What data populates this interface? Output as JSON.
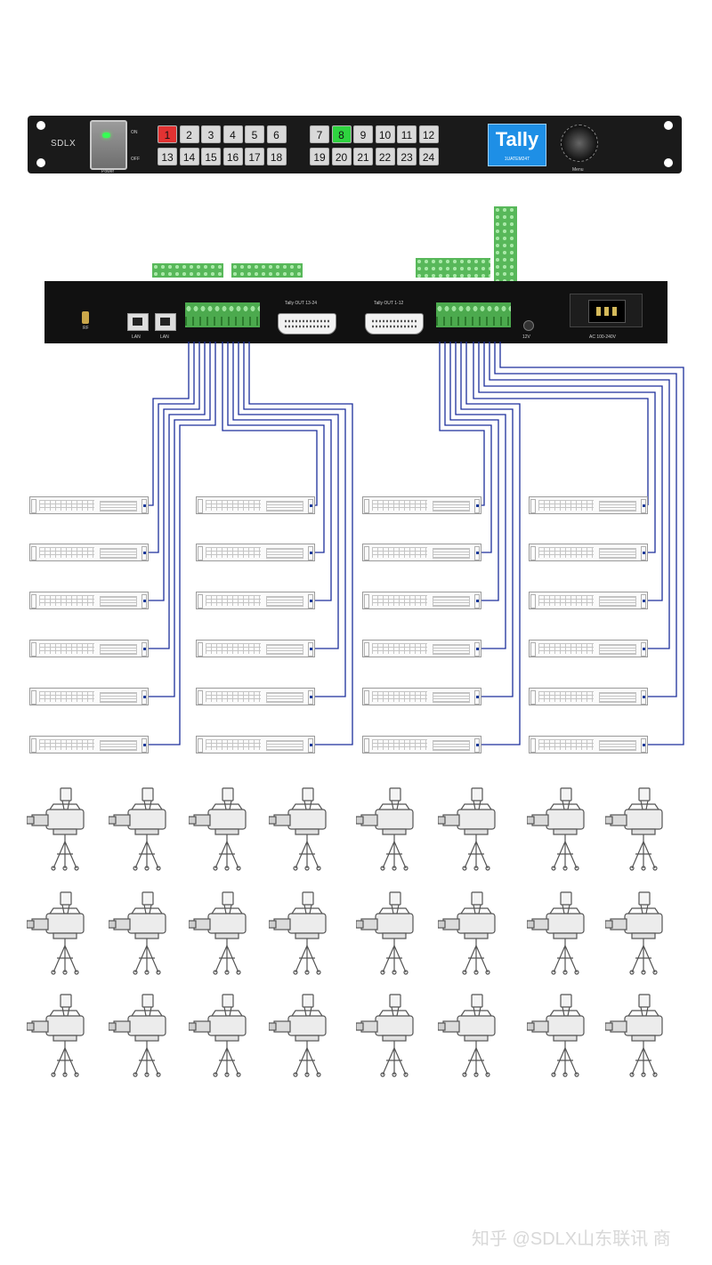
{
  "front_panel": {
    "brand": "SDLX",
    "power_on_label": "ON",
    "power_off_label": "OFF",
    "power_label": "Power",
    "keys_left": [
      "1",
      "2",
      "3",
      "4",
      "5",
      "6",
      "13",
      "14",
      "15",
      "16",
      "17",
      "18"
    ],
    "keys_right": [
      "7",
      "8",
      "9",
      "10",
      "11",
      "12",
      "19",
      "20",
      "21",
      "22",
      "23",
      "24"
    ],
    "active_red_key": "1",
    "active_green_key": "8",
    "logo_text": "Tally",
    "logo_model": "1UATEM24T",
    "menu_label": "Menu",
    "colors": {
      "panel": "#1a1a1a",
      "logo": "#1e8fe6",
      "red_key": "#e23232",
      "green_key": "#2ed33f"
    }
  },
  "rear_panel": {
    "rf_label": "RF",
    "lan1_label": "LAN",
    "lan2_label": "LAN",
    "db_left_label": "Tally OUT 13-24",
    "db_right_label": "Tally OUT 1-12",
    "dc_label": "12V",
    "ac_label": "AC 100-240V"
  },
  "wiring": {
    "color": "#1c2f9c"
  },
  "rack_units": {
    "columns": 4,
    "rows": 6
  },
  "cameras": {
    "columns": 8,
    "rows": 3,
    "icon": "broadcast-camera-on-tripod-icon"
  },
  "watermark": "知乎 @SDLX山东联讯 商"
}
